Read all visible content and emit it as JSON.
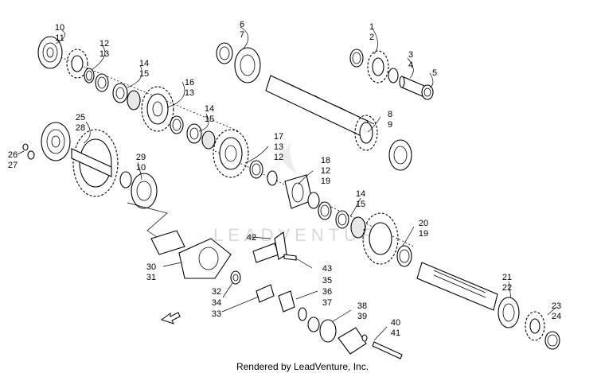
{
  "callouts": [
    {
      "id": "c10a",
      "text": "10"
    },
    {
      "id": "c11",
      "text": "11"
    },
    {
      "id": "c12a",
      "text": "12"
    },
    {
      "id": "c13a",
      "text": "13"
    },
    {
      "id": "c14a",
      "text": "14"
    },
    {
      "id": "c15a",
      "text": "15"
    },
    {
      "id": "c16",
      "text": "16"
    },
    {
      "id": "c13b",
      "text": "13"
    },
    {
      "id": "c14b",
      "text": "14"
    },
    {
      "id": "c15b",
      "text": "15"
    },
    {
      "id": "c6",
      "text": "6"
    },
    {
      "id": "c7",
      "text": "7"
    },
    {
      "id": "c1",
      "text": "1"
    },
    {
      "id": "c2",
      "text": "2"
    },
    {
      "id": "c3",
      "text": "3"
    },
    {
      "id": "c4",
      "text": "4"
    },
    {
      "id": "c5",
      "text": "5"
    },
    {
      "id": "c8",
      "text": "8"
    },
    {
      "id": "c9",
      "text": "9"
    },
    {
      "id": "c25",
      "text": "25"
    },
    {
      "id": "c28",
      "text": "28"
    },
    {
      "id": "c26",
      "text": "26"
    },
    {
      "id": "c27",
      "text": "27"
    },
    {
      "id": "c29",
      "text": "29"
    },
    {
      "id": "c10b",
      "text": "10"
    },
    {
      "id": "c17",
      "text": "17"
    },
    {
      "id": "c13c",
      "text": "13"
    },
    {
      "id": "c12b",
      "text": "12"
    },
    {
      "id": "c18",
      "text": "18"
    },
    {
      "id": "c12c",
      "text": "12"
    },
    {
      "id": "c19a",
      "text": "19"
    },
    {
      "id": "c14c",
      "text": "14"
    },
    {
      "id": "c15c",
      "text": "15"
    },
    {
      "id": "c20",
      "text": "20"
    },
    {
      "id": "c19b",
      "text": "19"
    },
    {
      "id": "c42",
      "text": "42"
    },
    {
      "id": "c43",
      "text": "43"
    },
    {
      "id": "c30",
      "text": "30"
    },
    {
      "id": "c31",
      "text": "31"
    },
    {
      "id": "c35",
      "text": "35"
    },
    {
      "id": "c36",
      "text": "36"
    },
    {
      "id": "c37",
      "text": "37"
    },
    {
      "id": "c32",
      "text": "32"
    },
    {
      "id": "c34",
      "text": "34"
    },
    {
      "id": "c33",
      "text": "33"
    },
    {
      "id": "c38",
      "text": "38"
    },
    {
      "id": "c39",
      "text": "39"
    },
    {
      "id": "c40",
      "text": "40"
    },
    {
      "id": "c41",
      "text": "41"
    },
    {
      "id": "c21",
      "text": "21"
    },
    {
      "id": "c22",
      "text": "22"
    },
    {
      "id": "c23",
      "text": "23"
    },
    {
      "id": "c24",
      "text": "24"
    }
  ],
  "watermark": "LEADVENTURE",
  "credit": "Rendered by LeadVenture, Inc.",
  "icons": {
    "direction_arrow": "front-direction-arrow-icon"
  }
}
